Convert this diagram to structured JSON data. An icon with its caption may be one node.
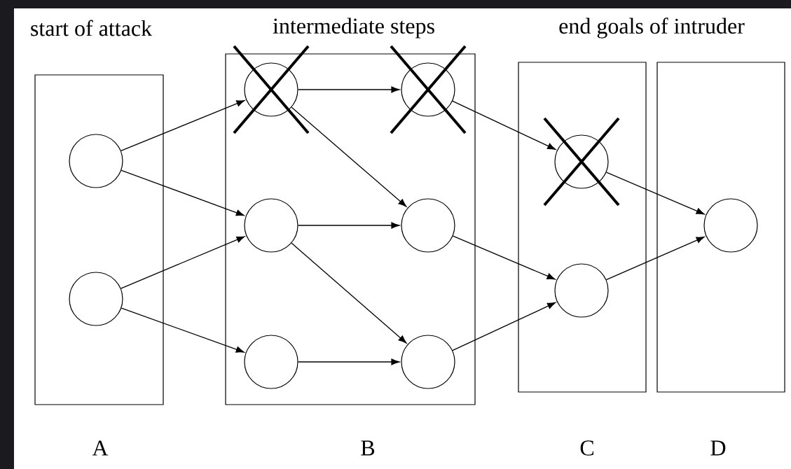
{
  "diagram": {
    "nodes": [
      {
        "text": [],
        "shape": "box"
      },
      {
        "text": [],
        "shape": "box"
      },
      {
        "text": [],
        "shape": "box"
      },
      {
        "text": [],
        "shape": "box"
      },
      {
        "text": [],
        "shape": "circle",
        "in": 0
      },
      {
        "text": [],
        "shape": "circle",
        "in": 0
      },
      {
        "text": [],
        "shape": "crossed-circle",
        "in": 1
      },
      {
        "text": [],
        "shape": "circle",
        "in": 1
      },
      {
        "text": [],
        "shape": "circle",
        "in": 1
      },
      {
        "text": [],
        "shape": "crossed-circle",
        "in": 1
      },
      {
        "text": [],
        "shape": "circle",
        "in": 1
      },
      {
        "text": [],
        "shape": "circle",
        "in": 1
      },
      {
        "text": [],
        "shape": "crossed-circle",
        "in": 2
      },
      {
        "text": [],
        "shape": "circle",
        "in": 2
      },
      {
        "text": [],
        "shape": "circle",
        "in": 3
      }
    ],
    "edges": [
      {
        "from": 4,
        "to": 6,
        "arrow": "to"
      },
      {
        "from": 4,
        "to": 7,
        "arrow": "to"
      },
      {
        "from": 5,
        "to": 7,
        "arrow": "to"
      },
      {
        "from": 5,
        "to": 8,
        "arrow": "to"
      },
      {
        "from": 6,
        "to": 9,
        "arrow": "to"
      },
      {
        "from": 6,
        "to": 10,
        "arrow": "to"
      },
      {
        "from": 7,
        "to": 10,
        "arrow": "to"
      },
      {
        "from": 7,
        "to": 11,
        "arrow": "to"
      },
      {
        "from": 8,
        "to": 11,
        "arrow": "to"
      },
      {
        "from": 9,
        "to": 12,
        "arrow": "to"
      },
      {
        "from": 10,
        "to": 13,
        "arrow": "to"
      },
      {
        "from": 11,
        "to": 13,
        "arrow": "to"
      },
      {
        "from": 12,
        "to": 14,
        "arrow": "to"
      },
      {
        "from": 13,
        "to": 14,
        "arrow": "to"
      }
    ],
    "labels": [
      "start of attack",
      "intermediate steps",
      "end goals of intruder",
      "A",
      "B",
      "C",
      "D"
    ]
  }
}
